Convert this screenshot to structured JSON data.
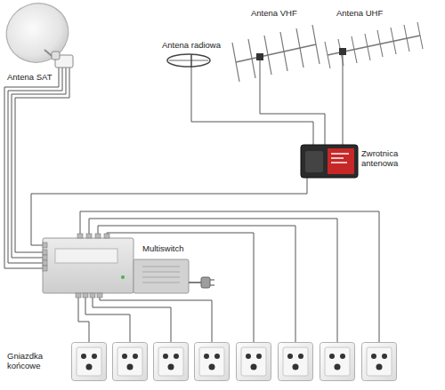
{
  "diagram": {
    "labels": [
      "Antena SAT",
      "Antena radiowa",
      "Antena VHF",
      "Antena UHF",
      "Zwrotnica antenowa",
      "Multiswitch",
      "Gniazdka końcowe"
    ]
  }
}
